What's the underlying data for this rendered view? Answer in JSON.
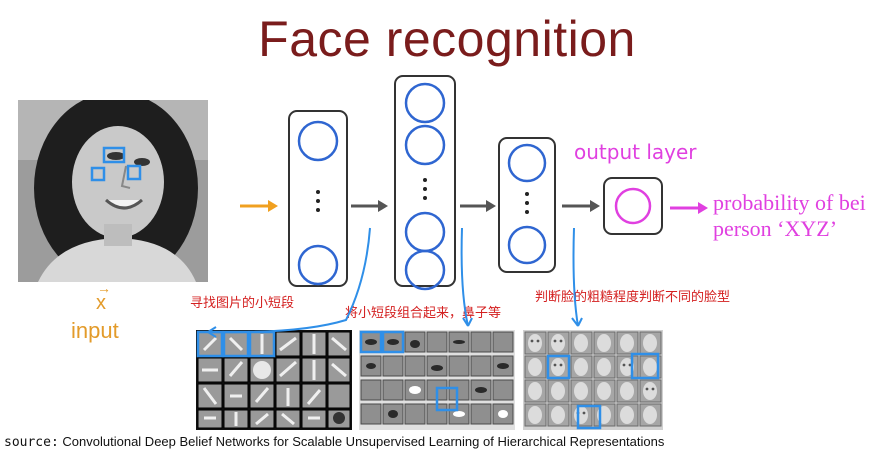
{
  "title": "Face recognition",
  "input": {
    "vector_symbol": "x",
    "label": "input"
  },
  "output": {
    "layer_label": "output layer",
    "prob_line1": "probability of bei",
    "prob_line2": "person ‘XYZ’"
  },
  "annotations": {
    "layer1": "寻找图片的小短段",
    "layer2": "将小短段组合起来，鼻子等",
    "layer3": "判断脸的粗糙程度判断不同的脸型"
  },
  "source": {
    "prefix": "source:",
    "text": "Convolutional Deep Belief Networks for Scalable Unsupervised Learning of Hierarchical Representations"
  },
  "colors": {
    "title": "#7a1c1c",
    "node": "#2f66d1",
    "output_node": "#e040e0",
    "input_arrow": "#f0a020",
    "annotation": "#d42020",
    "highlight": "#2f8fe8"
  },
  "icons": {
    "ellipsis": "vertical-dots-icon",
    "arrow": "right-arrow-icon"
  }
}
